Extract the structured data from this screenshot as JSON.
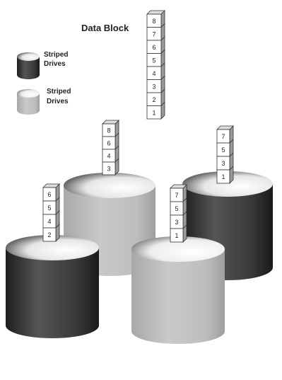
{
  "title": "Data Block",
  "legend": [
    {
      "label_line1": "Striped",
      "label_line2": "Drives",
      "shade": "dark"
    },
    {
      "label_line1": "Striped",
      "label_line2": "Drives",
      "shade": "light"
    }
  ],
  "data_block_stack": [
    "8",
    "7",
    "6",
    "5",
    "4",
    "3",
    "2",
    "1"
  ],
  "drives": [
    {
      "shade": "light",
      "blocks": [
        "8",
        "6",
        "4",
        "3"
      ]
    },
    {
      "shade": "dark",
      "blocks": [
        "7",
        "5",
        "3",
        "1"
      ]
    },
    {
      "shade": "dark",
      "blocks": [
        "6",
        "5",
        "4",
        "2"
      ]
    },
    {
      "shade": "light",
      "blocks": [
        "7",
        "5",
        "3",
        "1"
      ]
    }
  ],
  "colors": {
    "dark_drive": "#3a3a3a",
    "light_drive": "#b8b8b8",
    "block_face": "#ffffff",
    "block_side": "#9a9a9a",
    "text": "#222222"
  }
}
